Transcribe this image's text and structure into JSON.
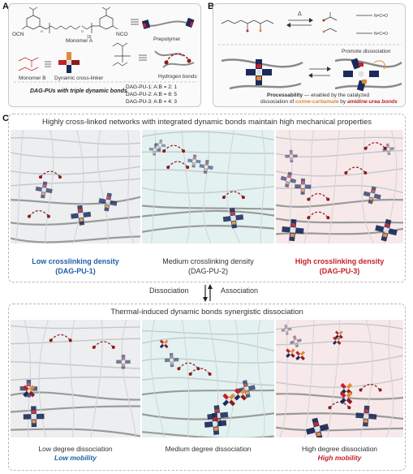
{
  "panels": {
    "a": {
      "letter": "A"
    },
    "b": {
      "letter": "B"
    },
    "c": {
      "letter": "C"
    }
  },
  "panel_a": {
    "monomer_a_label": "Monomer A",
    "prepolymer_label": "Prepolymer",
    "monomer_b_label": "Monomer B",
    "crosslinker_label": "Dynamic cross-linker",
    "hbond_label": "Hydrogen bonds",
    "ocn_label": "OCN",
    "nco_label": "NCO",
    "repeat_sub": "15",
    "dagpu_caption": "DAG-PUs with triple dynamic bonds",
    "ratios": [
      "DAG-PU-1: A:B = 2: 1",
      "DAG-PU-2: A:B = 8: 5",
      "DAG-PU-3: A:B = 4: 3"
    ]
  },
  "panel_b": {
    "promote_label": "Promote dissociation",
    "delta_label": "Δ",
    "line1_bold": "Processability",
    "line1_rest": " — enabled by the catalyzed",
    "line2_pre": "dissociation of ",
    "line2_oxime": "oxime-carbamate",
    "line2_mid": " by ",
    "line2_amidine": "amidine-urea bonds"
  },
  "panel_c": {
    "top_banner": "Highly cross-linked networks with integrated dynamic bonds maintain high mechanical properties",
    "density": [
      {
        "line1": "Low crosslinking density",
        "line2": "(DAG-PU-1)"
      },
      {
        "line1": "Medium crosslinking density",
        "line2": "(DAG-PU-2)"
      },
      {
        "line1": "High crosslinking density",
        "line2": "(DAG-PU-3)"
      }
    ],
    "dissociation_label": "Dissociation",
    "association_label": "Association",
    "bottom_banner": "Thermal-induced dynamic bonds synergistic dissociation",
    "degree": [
      {
        "line1": "Low degree dissociation",
        "line2": "Low mobility"
      },
      {
        "line1": "Medium degree dissociation",
        "line2": ""
      },
      {
        "line1": "High degree dissociation",
        "line2": "High mobility"
      }
    ]
  },
  "colors": {
    "blue": "#1f5fa8",
    "red": "#c42127",
    "navy": "#1b2a5a",
    "orange": "#e08a3c",
    "dark_red": "#8e1b1b",
    "scene_gray": "#eceef0",
    "scene_teal": "#e3f2f1",
    "scene_pink": "#f7e9ea"
  }
}
